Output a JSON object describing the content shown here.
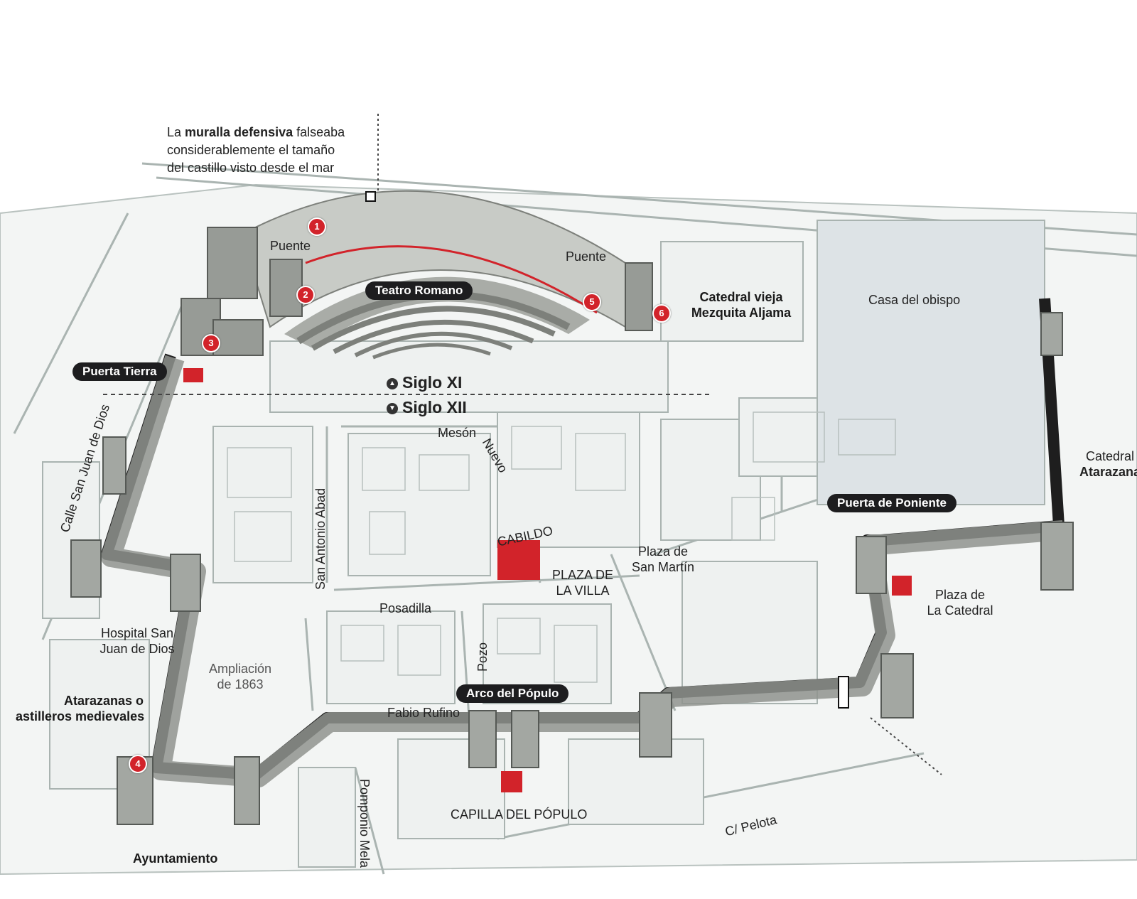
{
  "annotation": {
    "prefix": "La ",
    "bold": "muralla defensiva",
    "rest1": " falseaba",
    "line2": "considerablemente el tamaño",
    "line3": "del castillo visto desde el mar"
  },
  "labels": {
    "puente_left": "Puente",
    "puente_right": "Puente",
    "casa_obispo": "Casa del obispo",
    "catedral_vieja": "Catedral vieja",
    "mezquita": "Mezquita Aljama",
    "catedral": "Catedral",
    "atarazana": "Atarazana",
    "calle_san_juan": "Calle San Juan de Dios",
    "meson": "Mesón",
    "nuevo": "Nuevo",
    "san_antonio": "San Antonio Abad",
    "cabildo": "CABILDO",
    "plaza_villa_1": "PLAZA DE",
    "plaza_villa_2": "LA VILLA",
    "plaza_san_martin_1": "Plaza de",
    "plaza_san_martin_2": "San Martín",
    "posadilla": "Posadilla",
    "hospital_1": "Hospital San",
    "hospital_2": "Juan de Dios",
    "ampliacion_1": "Ampliación",
    "ampliacion_2": "de 1863",
    "atarazanas_1": "Atarazanas o",
    "atarazanas_2": "astilleros medievales",
    "pozo": "Pozo",
    "fabio": "Fabio Rufino",
    "pomponio": "Pomponio Mela",
    "capilla": "CAPILLA DEL PÓPULO",
    "pelota": "C/ Pelota",
    "ayuntamiento": "Ayuntamiento",
    "plaza_catedral_1": "Plaza de",
    "plaza_catedral_2": "La Catedral"
  },
  "pills": {
    "teatro": "Teatro Romano",
    "puerta_tierra": "Puerta Tierra",
    "puerta_poniente": "Puerta de Poniente",
    "arco_populo": "Arco del Pópulo"
  },
  "eras": {
    "siglo_xi": "Siglo XI",
    "siglo_xii": "Siglo XII"
  },
  "markers": [
    "1",
    "2",
    "3",
    "4",
    "5",
    "6"
  ],
  "colors": {
    "wall": "#8f938e",
    "wall_dark": "#1e1e1e",
    "accent": "#d2232a",
    "street": "#dfe4e2",
    "block": "#f4f6f5"
  }
}
